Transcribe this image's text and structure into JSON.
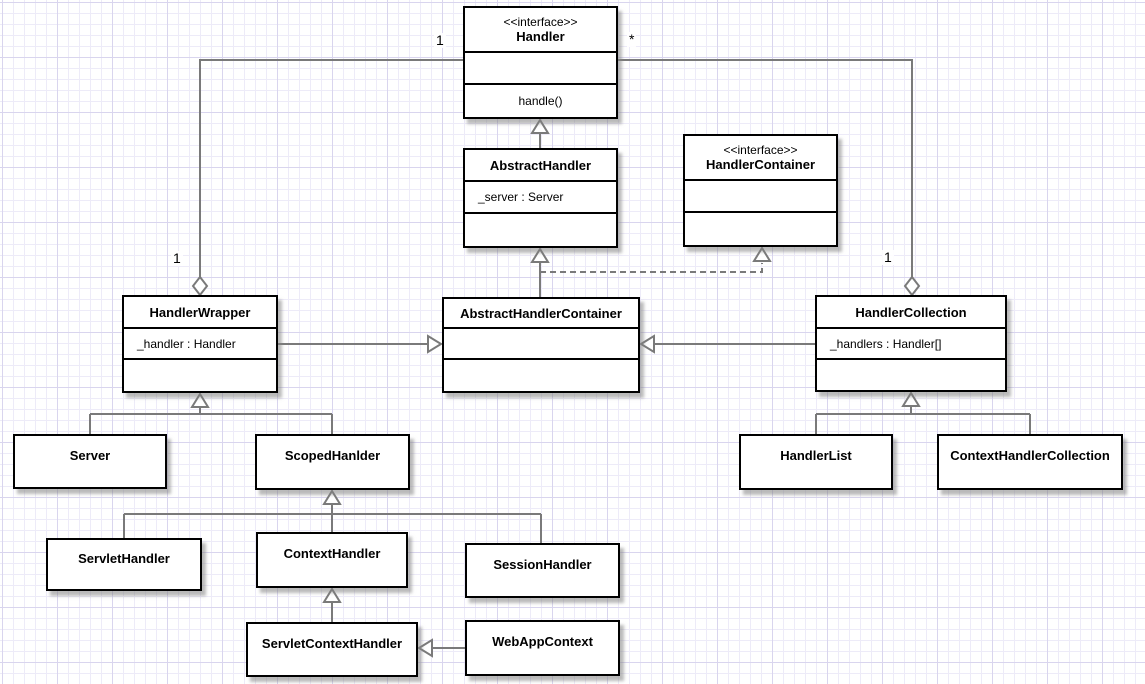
{
  "classes": {
    "handler": {
      "stereotype": "<<interface>>",
      "name": "Handler",
      "attribute": "",
      "method": "handle()"
    },
    "abstract_handler": {
      "name": "AbstractHandler",
      "attribute": "_server : Server",
      "method": ""
    },
    "handler_container": {
      "stereotype": "<<interface>>",
      "name": "HandlerContainer",
      "attribute": "",
      "method": ""
    },
    "handler_wrapper": {
      "name": "HandlerWrapper",
      "attribute": "_handler : Handler",
      "method": ""
    },
    "abstract_handler_container": {
      "name": "AbstractHandlerContainer",
      "attribute": "",
      "method": ""
    },
    "handler_collection": {
      "name": "HandlerCollection",
      "attribute": "_handlers : Handler[]",
      "method": ""
    },
    "server": {
      "name": "Server"
    },
    "scoped_hanlder": {
      "name": "ScopedHanlder"
    },
    "handler_list": {
      "name": "HandlerList"
    },
    "context_handler_collection": {
      "name": "ContextHandlerCollection"
    },
    "servlet_handler": {
      "name": "ServletHandler"
    },
    "context_handler": {
      "name": "ContextHandler"
    },
    "session_handler": {
      "name": "SessionHandler"
    },
    "servlet_context_handler": {
      "name": "ServletContextHandler"
    },
    "web_app_context": {
      "name": "WebAppContext"
    }
  },
  "multiplicities": {
    "handler_left": "1",
    "handler_right": "*",
    "wrapper_end": "1",
    "collection_end": "1"
  },
  "relationships": [
    {
      "from": "AbstractHandler",
      "to": "Handler",
      "type": "generalization"
    },
    {
      "from": "AbstractHandlerContainer",
      "to": "AbstractHandler",
      "type": "generalization"
    },
    {
      "from": "AbstractHandlerContainer",
      "to": "HandlerContainer",
      "type": "realization-dashed"
    },
    {
      "from": "HandlerWrapper",
      "to": "AbstractHandlerContainer",
      "type": "generalization"
    },
    {
      "from": "HandlerCollection",
      "to": "AbstractHandlerContainer",
      "type": "generalization"
    },
    {
      "from": "HandlerWrapper",
      "to": "Handler",
      "type": "aggregation",
      "diamond_end": "HandlerWrapper",
      "label_wrapper": "1",
      "label_handler": "1"
    },
    {
      "from": "HandlerCollection",
      "to": "Handler",
      "type": "aggregation",
      "diamond_end": "HandlerCollection",
      "label_collection": "1",
      "label_handler": "*"
    },
    {
      "from": "Server",
      "to": "HandlerWrapper",
      "type": "generalization"
    },
    {
      "from": "ScopedHanlder",
      "to": "HandlerWrapper",
      "type": "generalization"
    },
    {
      "from": "HandlerList",
      "to": "HandlerCollection",
      "type": "generalization"
    },
    {
      "from": "ContextHandlerCollection",
      "to": "HandlerCollection",
      "type": "generalization"
    },
    {
      "from": "ServletHandler",
      "to": "ScopedHanlder",
      "type": "generalization"
    },
    {
      "from": "ContextHandler",
      "to": "ScopedHanlder",
      "type": "generalization"
    },
    {
      "from": "SessionHandler",
      "to": "ScopedHanlder",
      "type": "generalization"
    },
    {
      "from": "ServletContextHandler",
      "to": "ContextHandler",
      "type": "generalization"
    },
    {
      "from": "WebAppContext",
      "to": "ServletContextHandler",
      "type": "generalization"
    }
  ],
  "colors": {
    "box_border": "#000000",
    "box_fill": "#ffffff",
    "connector": "#7a7a7a",
    "grid_minor": "#edebf8",
    "grid_major": "#d9d5ee",
    "shadow": "#828282"
  }
}
